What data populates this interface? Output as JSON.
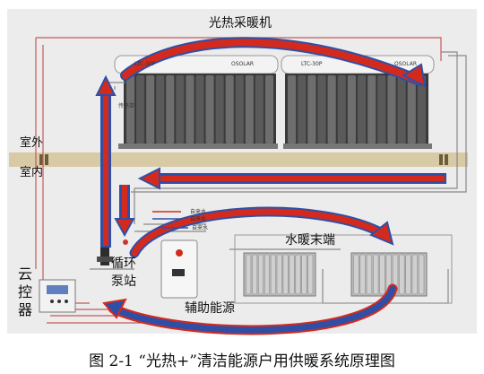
{
  "diagram": {
    "title": "光热采暖机",
    "outdoor_label": "室外",
    "indoor_label": "室内",
    "radiator_label": "水暖末端",
    "pump_label_line1": "循环",
    "pump_label_line2": "泵站",
    "aux_label": "辅助能源",
    "controller_label": "云\n控\n器",
    "panel_brand_left": "OSOLAR",
    "panel_model_left": "LTC-30P",
    "panel_brand_right": "OSOLAR",
    "panel_model_right": "LTC-30P",
    "sensor_label": "传热带",
    "small_labels": [
      "自来水",
      "自来水",
      "自来水"
    ]
  },
  "caption": "图 2-1    “光热+”清洁能源户用供暖系统原理图",
  "colors": {
    "background_panel": "#e9e9e9",
    "floor": "#d7c7a3",
    "arrow_red": "#d42a1e",
    "arrow_blue": "#2f4fa6",
    "pipe": "#9a9a9a"
  }
}
